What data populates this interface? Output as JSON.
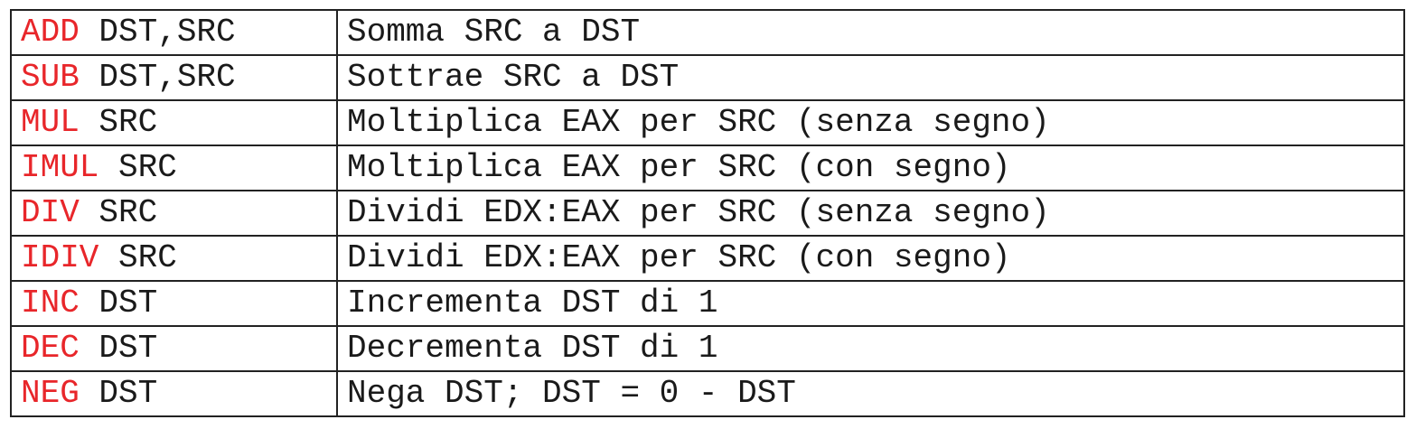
{
  "colors": {
    "opcode": "#e8262a",
    "text": "#1a1a1a",
    "border": "#222222"
  },
  "rows": [
    {
      "opcode": "ADD",
      "operands": " DST,SRC",
      "description": "Somma SRC a DST"
    },
    {
      "opcode": "SUB",
      "operands": " DST,SRC",
      "description": "Sottrae SRC a DST"
    },
    {
      "opcode": "MUL",
      "operands": " SRC",
      "description": "Moltiplica EAX per SRC (senza segno)"
    },
    {
      "opcode": "IMUL",
      "operands": " SRC",
      "description": "Moltiplica EAX per SRC (con segno)"
    },
    {
      "opcode": "DIV",
      "operands": " SRC",
      "description": "Dividi EDX:EAX per SRC (senza segno)"
    },
    {
      "opcode": "IDIV",
      "operands": " SRC",
      "description": "Dividi EDX:EAX per SRC (con segno)"
    },
    {
      "opcode": "INC",
      "operands": " DST",
      "description": "Incrementa DST di 1"
    },
    {
      "opcode": "DEC",
      "operands": " DST",
      "description": "Decrementa DST di 1"
    },
    {
      "opcode": "NEG",
      "operands": " DST",
      "description": "Nega DST; DST = 0 - DST"
    }
  ]
}
